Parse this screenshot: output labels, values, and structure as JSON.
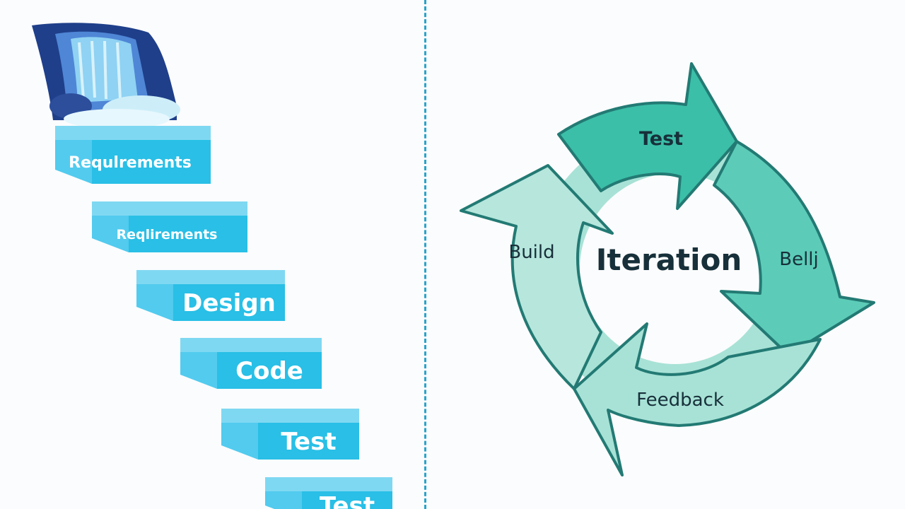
{
  "waterfall": {
    "steps": [
      {
        "label": "Requlrements"
      },
      {
        "label": "Reqlirements"
      },
      {
        "label": "Design"
      },
      {
        "label": "Code"
      },
      {
        "label": "Test"
      },
      {
        "label": "Test"
      }
    ]
  },
  "cycle": {
    "center_label": "Iteration",
    "stages": [
      {
        "label": "Test"
      },
      {
        "label": "Bellj"
      },
      {
        "label": "Feedback"
      },
      {
        "label": "Build"
      }
    ]
  },
  "colors": {
    "step_front": "#29bfe6",
    "step_top": "#7fd8f2",
    "step_side": "#52cbee",
    "water_dark": "#1f3f8a",
    "water_light": "#86d4f2",
    "cycle_dark": "#3bbfa8",
    "cycle_light": "#a8e2d6",
    "cycle_outline": "#237a74",
    "divider": "#2ba3c9"
  }
}
